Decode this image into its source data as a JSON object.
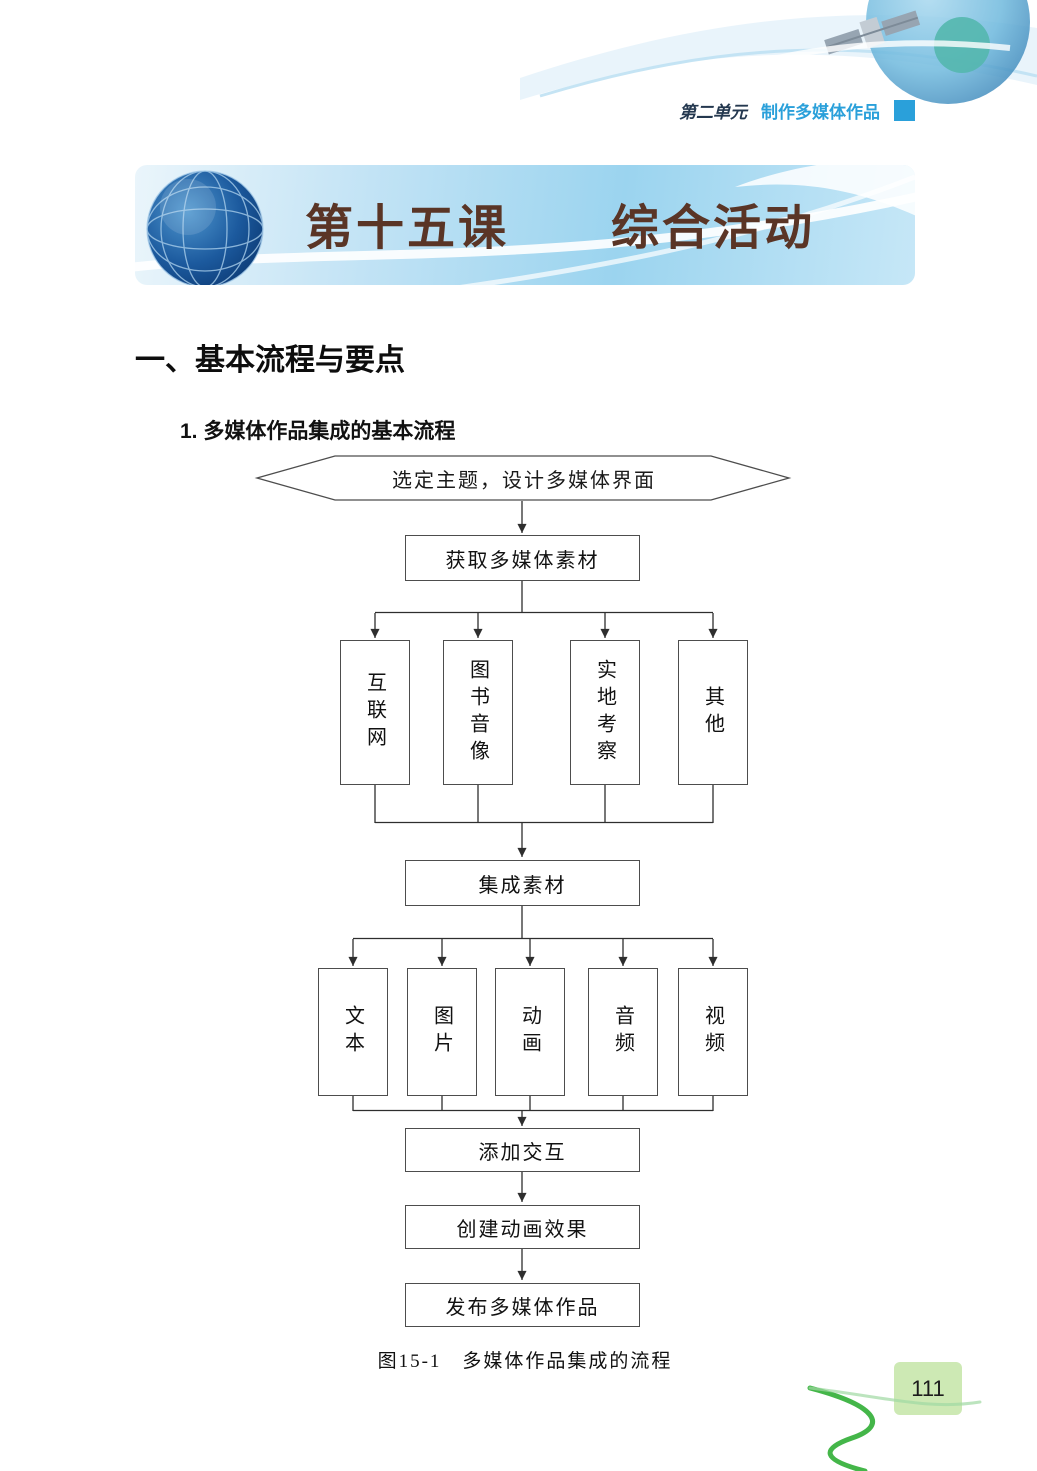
{
  "header": {
    "unit_label": "第二单元",
    "unit_title": "制作多媒体作品"
  },
  "banner": {
    "title": "第十五课　　综合活动"
  },
  "section": {
    "heading": "一、基本流程与要点",
    "subheading": "1. 多媒体作品集成的基本流程"
  },
  "flowchart": {
    "start": "选定主题，设计多媒体界面",
    "acquire": "获取多媒体素材",
    "sources": [
      "互联网",
      "图书音像",
      "实地考察",
      "其他"
    ],
    "integrate": "集成素材",
    "media": [
      "文本",
      "图片",
      "动画",
      "音频",
      "视频"
    ],
    "interact": "添加交互",
    "animate": "创建动画效果",
    "publish": "发布多媒体作品"
  },
  "caption": "图15-1　多媒体作品集成的流程",
  "page": {
    "number": "111"
  },
  "colors": {
    "accent_blue": "#2aa0da",
    "title_brown": "#5a3526",
    "badge_green": "#cde9b4",
    "swoosh_green": "#44b649"
  }
}
